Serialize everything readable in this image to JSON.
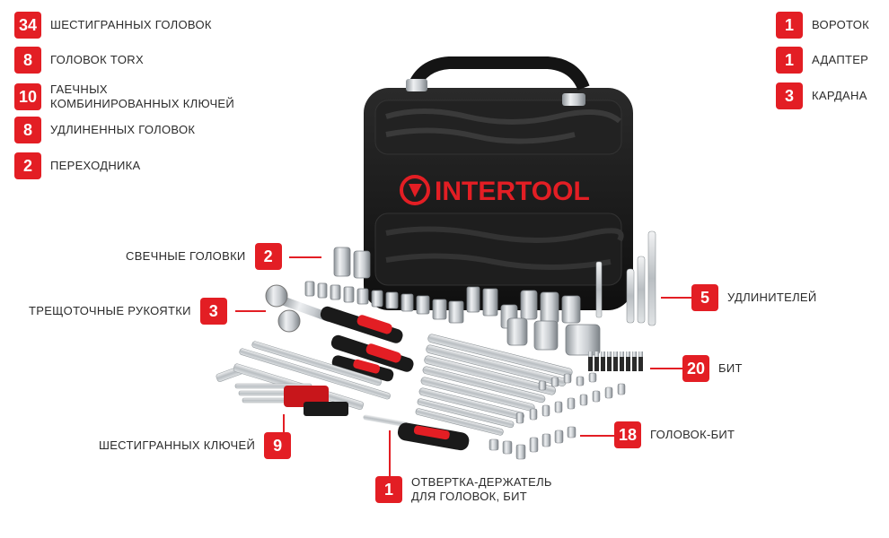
{
  "brand": "INTERTOOL",
  "colors": {
    "accent": "#e31e24",
    "case": "#1b1b1b",
    "text": "#2b2b2b",
    "chrome": "#cfd3d6"
  },
  "left_list": [
    {
      "count": "34",
      "label": "ШЕСТИГРАННЫХ ГОЛОВОК"
    },
    {
      "count": "8",
      "label": "ГОЛОВОК TORX"
    },
    {
      "count": "10",
      "label_line1": "ГАЕЧНЫХ",
      "label_line2": "КОМБИНИРОВАННЫХ КЛЮЧЕЙ"
    },
    {
      "count": "8",
      "label": "УДЛИНЕННЫХ ГОЛОВОК"
    },
    {
      "count": "2",
      "label": "ПЕРЕХОДНИКА"
    }
  ],
  "right_list": [
    {
      "count": "1",
      "label": "ВОРОТОК"
    },
    {
      "count": "1",
      "label": "АДАПТЕР"
    },
    {
      "count": "3",
      "label": "КАРДАНА"
    }
  ],
  "callouts": {
    "spark": {
      "count": "2",
      "label": "СВЕЧНЫЕ ГОЛОВКИ"
    },
    "ratchet": {
      "count": "3",
      "label": "ТРЕЩОТОЧНЫЕ РУКОЯТКИ"
    },
    "hexkeys": {
      "count": "9",
      "label": "ШЕСТИГРАННЫХ КЛЮЧЕЙ"
    },
    "screwdriver": {
      "count": "1",
      "label_line1": "ОТВЕРТКА-ДЕРЖАТЕЛЬ",
      "label_line2": "ДЛЯ ГОЛОВОК, БИТ"
    },
    "extensions": {
      "count": "5",
      "label": "УДЛИНИТЕЛЕЙ"
    },
    "bits": {
      "count": "20",
      "label": "БИТ"
    },
    "bitsockets": {
      "count": "18",
      "label": "ГОЛОВОК-БИТ"
    }
  }
}
